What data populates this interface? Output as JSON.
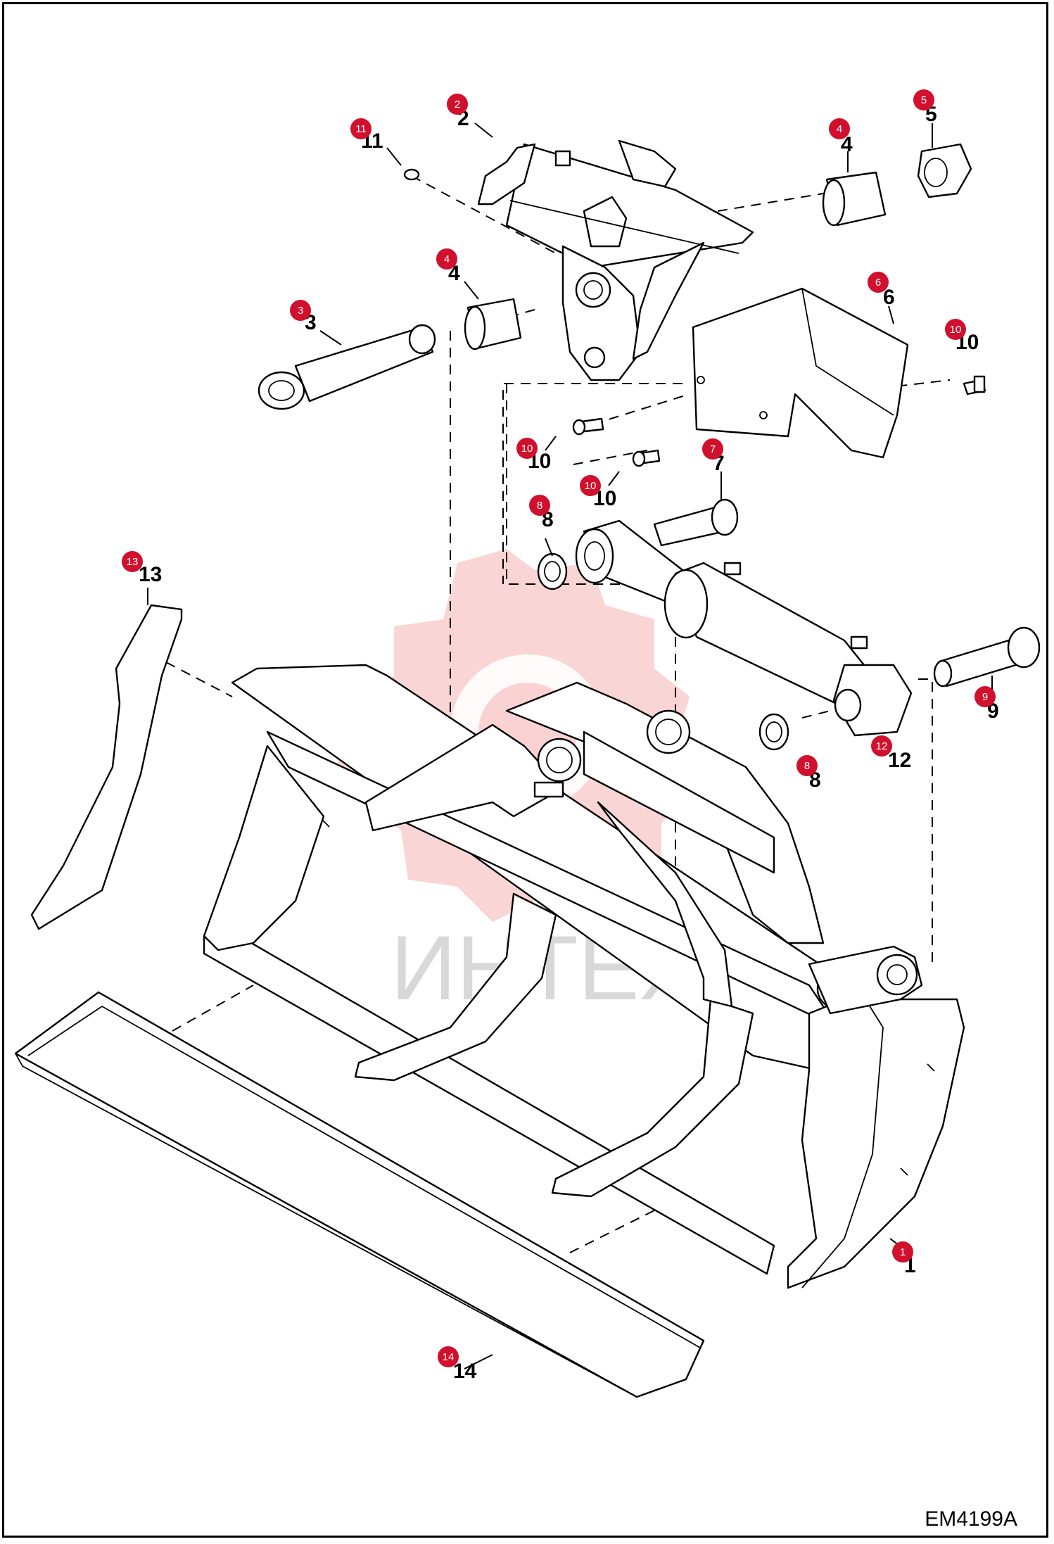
{
  "drawing_code": "EM4199A",
  "watermark_text": "ИНТЕХ",
  "badge_color": "#d0102c",
  "callouts": [
    {
      "id": "1",
      "label": "1",
      "badge": "1"
    },
    {
      "id": "2",
      "label": "2",
      "badge": "2"
    },
    {
      "id": "3",
      "label": "3",
      "badge": "3"
    },
    {
      "id": "4a",
      "label": "4",
      "badge": "4"
    },
    {
      "id": "4b",
      "label": "4",
      "badge": "4"
    },
    {
      "id": "5",
      "label": "5",
      "badge": "5"
    },
    {
      "id": "6",
      "label": "6",
      "badge": "6"
    },
    {
      "id": "7",
      "label": "7",
      "badge": "7"
    },
    {
      "id": "8a",
      "label": "8",
      "badge": "8"
    },
    {
      "id": "8b",
      "label": "8",
      "badge": "8"
    },
    {
      "id": "9",
      "label": "9",
      "badge": "9"
    },
    {
      "id": "10a",
      "label": "10",
      "badge": "10"
    },
    {
      "id": "10b",
      "label": "10",
      "badge": "10"
    },
    {
      "id": "10c",
      "label": "10",
      "badge": "10"
    },
    {
      "id": "11",
      "label": "11",
      "badge": "11"
    },
    {
      "id": "12",
      "label": "12",
      "badge": "12"
    },
    {
      "id": "13",
      "label": "13",
      "badge": "13"
    },
    {
      "id": "14",
      "label": "14",
      "badge": "14"
    }
  ]
}
